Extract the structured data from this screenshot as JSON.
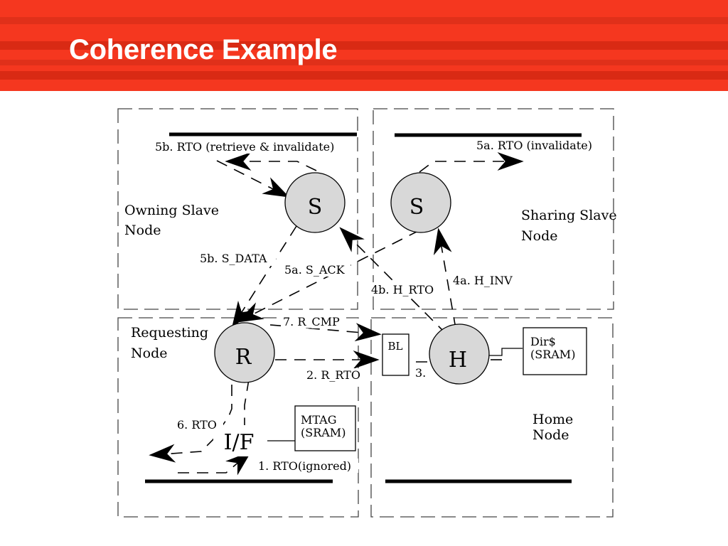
{
  "slide": {
    "title": "Coherence Example",
    "colors": {
      "header": "#f5371f",
      "header_dark": "#d92a14",
      "node_fill": "#d8d8d8"
    }
  },
  "diagram": {
    "regions": {
      "owning": [
        "Owning Slave",
        "Node"
      ],
      "sharing": [
        "Sharing Slave",
        "Node"
      ],
      "requesting": [
        "Requesting",
        "Node"
      ],
      "home": [
        "Home",
        "Node"
      ]
    },
    "nodes": {
      "owning_slave": "S",
      "sharing_slave": "S",
      "requester": "R",
      "home": "H",
      "interface": "I/F"
    },
    "boxes": {
      "bl": "BL",
      "dir": [
        "Dir$",
        "(SRAM)"
      ],
      "mtag": [
        "MTAG",
        "(SRAM)"
      ]
    },
    "messages": {
      "m1": "1. RTO(ignored)",
      "m2": "2. R_RTO",
      "m3": "3.",
      "m4a": "4a. H_INV",
      "m4b": "4b. H_RTO",
      "m5a_rto": "5a. RTO (invalidate)",
      "m5a_ack": "5a. S_ACK",
      "m5b_rto": "5b. RTO (retrieve & invalidate)",
      "m5b_data": "5b. S_DATA",
      "m6": "6. RTO",
      "m7": "7. R_CMP"
    }
  }
}
